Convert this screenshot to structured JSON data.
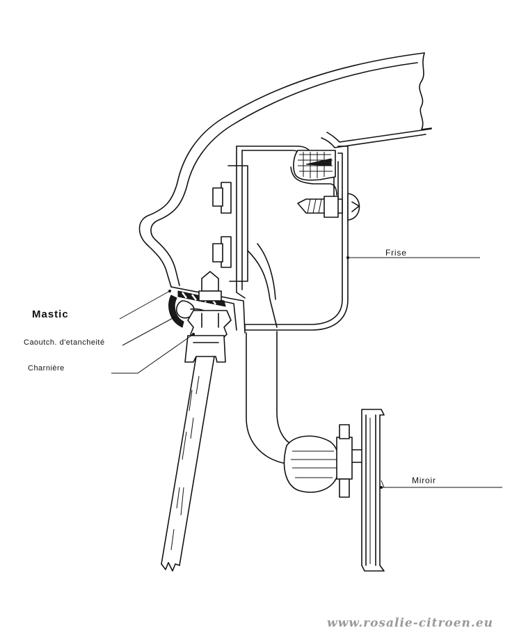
{
  "labels": {
    "mastic": "Mastic",
    "caoutchouc": "Caoutch. d'etancheité",
    "charniere": "Charnière",
    "frise": "Frise",
    "miroir": "Miroir"
  },
  "watermark": "www.rosalie-citroen.eu"
}
